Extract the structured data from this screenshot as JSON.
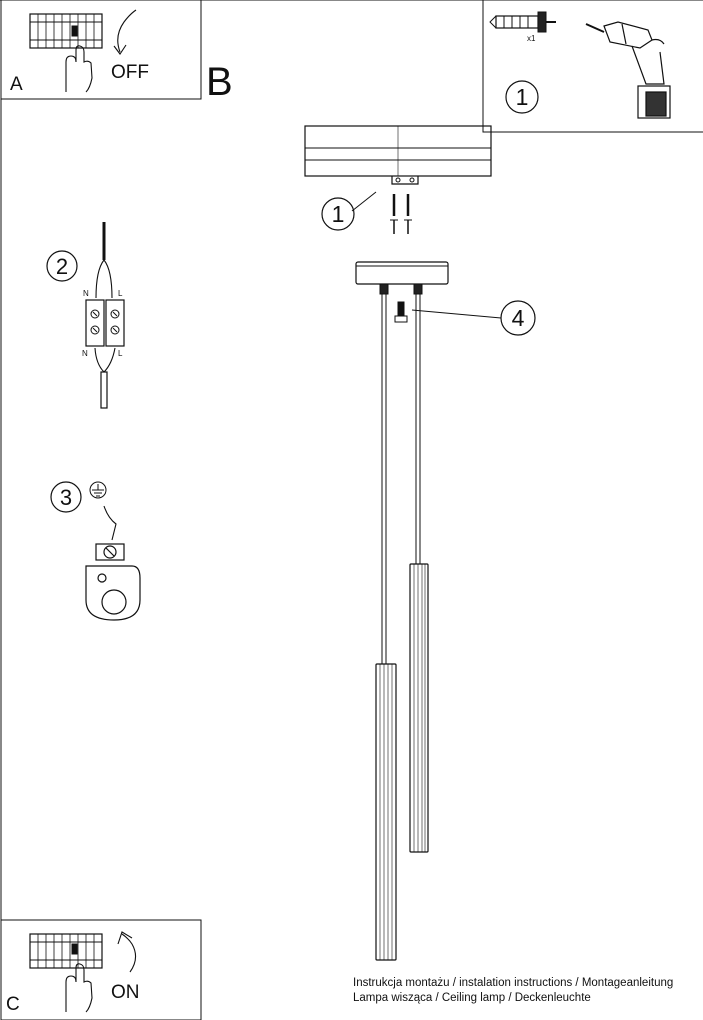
{
  "panel_a": {
    "letter": "A",
    "switch_state": "OFF",
    "icon": "circuit-breaker-switch-off-icon"
  },
  "panel_b": {
    "letter": "B"
  },
  "panel_c": {
    "letter": "C",
    "switch_state": "ON",
    "icon": "circuit-breaker-switch-on-icon"
  },
  "tools": {
    "step": "1",
    "anchor_quantity": "x1",
    "icons": [
      "wall-anchor-screw-icon",
      "power-drill-icon"
    ]
  },
  "steps": {
    "mount_step": "1",
    "wiring_step": "2",
    "ground_step": "3",
    "cable_lock_step": "4"
  },
  "wiring": {
    "neutral_top": "N",
    "live_top": "L",
    "neutral_bottom": "N",
    "live_bottom": "L"
  },
  "ground_symbol": "earth-ground-icon",
  "footer": {
    "line1": "Instrukcja montażu / instalation instructions / Montageanleitung",
    "line2": "Lampa wisząca / Ceiling lamp / Deckenleuchte"
  }
}
